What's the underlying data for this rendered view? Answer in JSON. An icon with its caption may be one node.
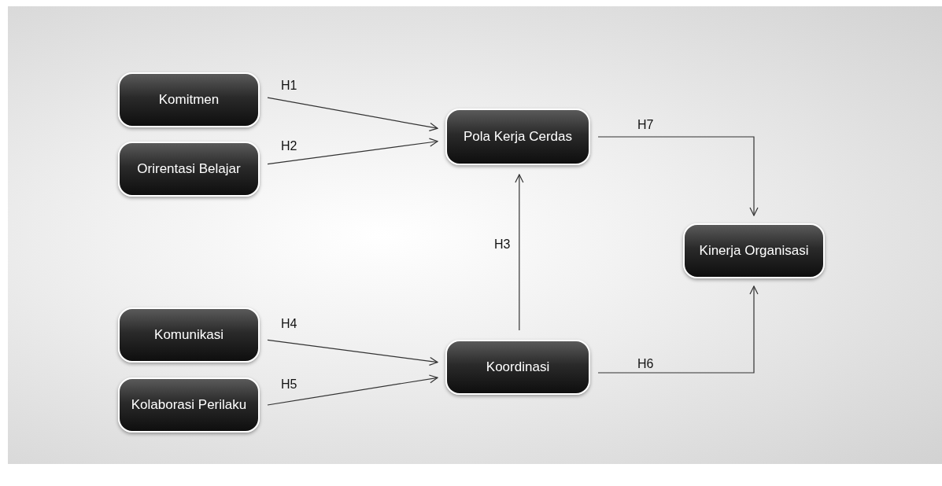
{
  "diagram": {
    "nodes": [
      {
        "text": [
          "Komitmen"
        ]
      },
      {
        "text": [
          "Orirentasi Belajar"
        ]
      },
      {
        "text": [
          "Pola Kerja Cerdas"
        ]
      },
      {
        "text": [
          "Kinerja Organisasi"
        ]
      },
      {
        "text": [
          "Komunikasi"
        ]
      },
      {
        "text": [
          "Kolaborasi Perilaku"
        ]
      },
      {
        "text": [
          "Koordinasi"
        ]
      }
    ],
    "edges": [
      {
        "from": 0,
        "to": 2,
        "arrow": "to",
        "label": "H1"
      },
      {
        "from": 1,
        "to": 2,
        "arrow": "to",
        "label": "H2"
      },
      {
        "from": 6,
        "to": 2,
        "arrow": "to",
        "label": "H3"
      },
      {
        "from": 4,
        "to": 6,
        "arrow": "to",
        "label": "H4"
      },
      {
        "from": 5,
        "to": 6,
        "arrow": "to",
        "label": "H5"
      },
      {
        "from": 6,
        "to": 3,
        "arrow": "to",
        "label": "H6"
      },
      {
        "from": 2,
        "to": 3,
        "arrow": "to",
        "label": "H7"
      }
    ]
  }
}
